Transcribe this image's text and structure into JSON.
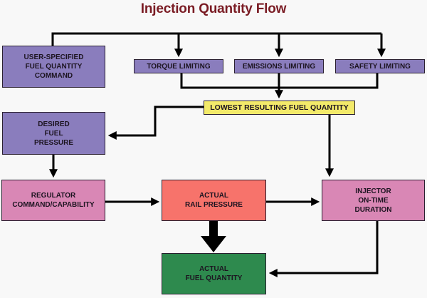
{
  "title": "Injection Quantity Flow",
  "nodes": {
    "user_command": {
      "label": "USER-SPECIFIED\nFUEL QUANTITY\nCOMMAND",
      "color": "#8a7dbd"
    },
    "torque": {
      "label": "TORQUE LIMITING",
      "color": "#8a7dbd"
    },
    "emissions": {
      "label": "EMISSIONS LIMITING",
      "color": "#8a7dbd"
    },
    "safety": {
      "label": "SAFETY LIMITING",
      "color": "#8a7dbd"
    },
    "lowest": {
      "label": "LOWEST RESULTING FUEL QUANTITY",
      "color": "#f3ea6a"
    },
    "desired_pressure": {
      "label": "DESIRED\nFUEL\nPRESSURE",
      "color": "#8a7dbd"
    },
    "regulator": {
      "label": "REGULATOR\nCOMMAND/CAPABILITY",
      "color": "#d987b5"
    },
    "rail_pressure": {
      "label": "ACTUAL\nRAIL PRESSURE",
      "color": "#f7736b"
    },
    "injector": {
      "label": "INJECTOR\nON-TIME\nDURATION",
      "color": "#d987b5"
    },
    "actual_fuel": {
      "label": "ACTUAL\nFUEL QUANTITY",
      "color": "#2e8a4e"
    }
  },
  "edges": [
    {
      "from": "user_command",
      "to": "torque"
    },
    {
      "from": "user_command",
      "to": "emissions"
    },
    {
      "from": "user_command",
      "to": "safety"
    },
    {
      "from": "torque",
      "to": "lowest"
    },
    {
      "from": "emissions",
      "to": "lowest"
    },
    {
      "from": "safety",
      "to": "lowest"
    },
    {
      "from": "lowest",
      "to": "desired_pressure"
    },
    {
      "from": "lowest",
      "to": "injector"
    },
    {
      "from": "desired_pressure",
      "to": "regulator"
    },
    {
      "from": "regulator",
      "to": "rail_pressure"
    },
    {
      "from": "rail_pressure",
      "to": "injector"
    },
    {
      "from": "rail_pressure",
      "to": "actual_fuel",
      "style": "bold"
    },
    {
      "from": "injector",
      "to": "actual_fuel"
    }
  ]
}
